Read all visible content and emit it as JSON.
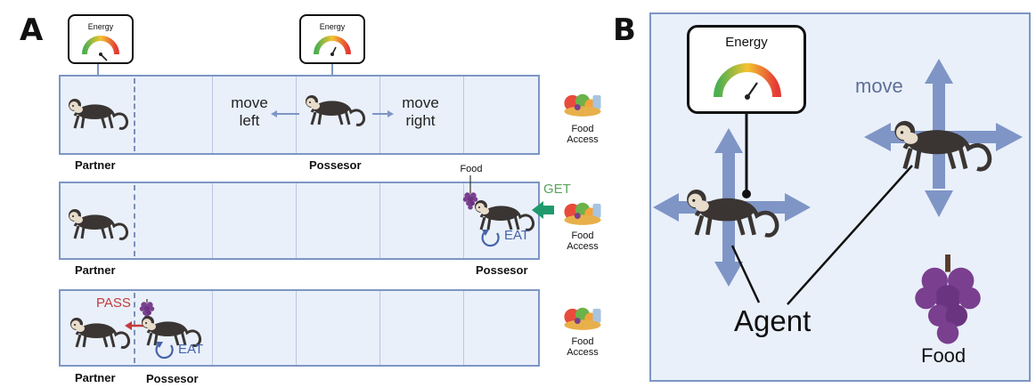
{
  "panel_a": {
    "letter": "A",
    "gauge_label_1": "Energy",
    "gauge_label_2": "Energy",
    "row1": {
      "move_left": [
        "move",
        "left"
      ],
      "move_right": [
        "move",
        "right"
      ],
      "food_access": [
        "Food",
        "Access"
      ],
      "partner_label": "Partner",
      "possessor_label": "Possesor"
    },
    "row2": {
      "food_label": "Food",
      "get_label": "GET",
      "eat_label": "EAT",
      "food_access": [
        "Food",
        "Access"
      ],
      "partner_label": "Partner",
      "possessor_label": "Possesor"
    },
    "row3": {
      "pass_label": "PASS",
      "eat_label": "EAT",
      "food_access": [
        "Food",
        "Access"
      ],
      "partner_label": "Partner",
      "possessor_label": "Possesor"
    }
  },
  "panel_b": {
    "letter": "B",
    "gauge_label": "Energy",
    "move_label": "move",
    "agent_label": "Agent",
    "food_label": "Food"
  },
  "colors": {
    "track_fill": "#e9f0fa",
    "track_border": "#7d96c4",
    "arrow_blue": "#7f95c6",
    "get_green": "#5aa35c",
    "pass_red": "#c53a3a",
    "eat_blue": "#4563a8",
    "grape_purple": "#7a3f8f"
  },
  "icons": [
    "energy-gauge-icon",
    "monkey-icon",
    "food-basket-icon",
    "grape-icon"
  ]
}
